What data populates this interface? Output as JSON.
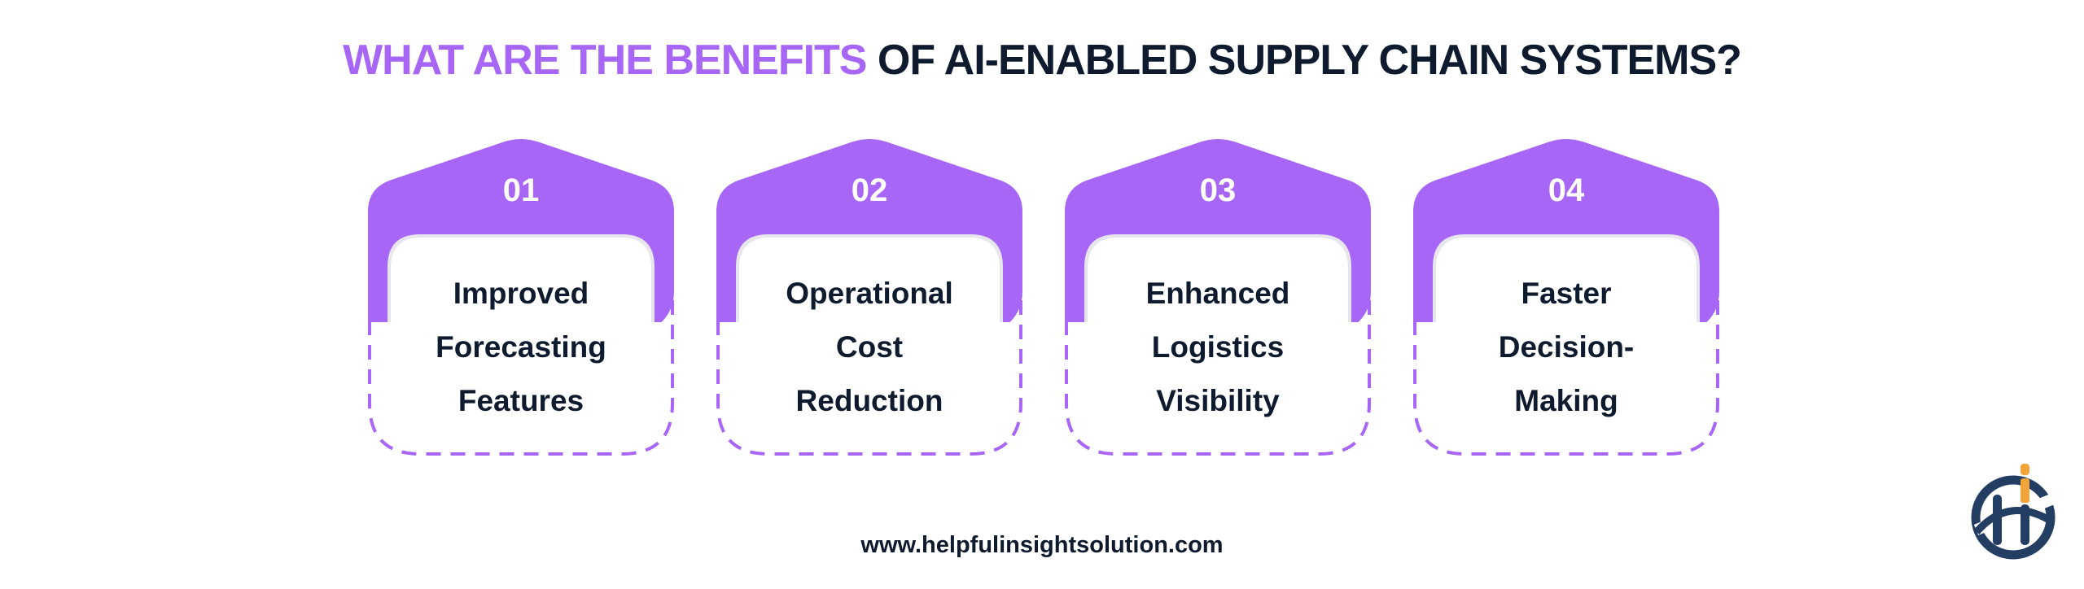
{
  "title": {
    "accent_part": "WHAT ARE THE BENEFITS",
    "rest_part": " OF AI-ENABLED SUPPLY CHAIN SYSTEMS?"
  },
  "colors": {
    "accent": "#a866f7",
    "text_dark": "#0e1a2e",
    "logo_navy": "#233d63",
    "logo_orange": "#f0a43a"
  },
  "cards": [
    {
      "number": "01",
      "line1": "Improved",
      "line2": "Forecasting",
      "line3": "Features"
    },
    {
      "number": "02",
      "line1": "Operational",
      "line2": "Cost",
      "line3": "Reduction"
    },
    {
      "number": "03",
      "line1": "Enhanced",
      "line2": "Logistics",
      "line3": "Visibility"
    },
    {
      "number": "04",
      "line1": "Faster",
      "line2": "Decision-",
      "line3": "Making"
    }
  ],
  "footer": {
    "website": "www.helpfulinsightsolution.com"
  },
  "logo": {
    "icon": "helpful-insight-hi-logo"
  }
}
